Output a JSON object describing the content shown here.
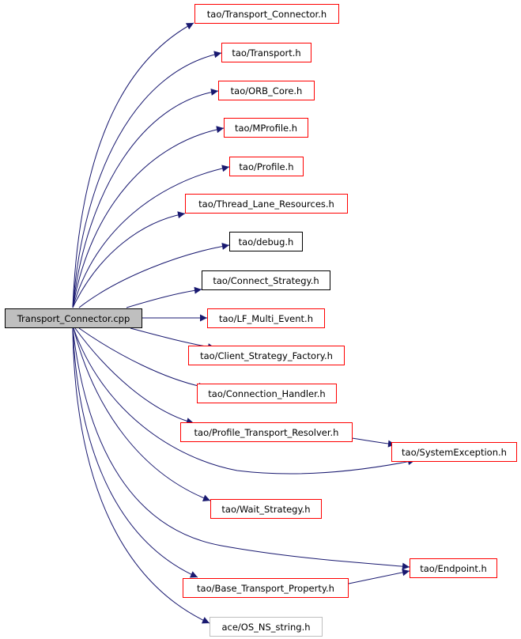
{
  "colors": {
    "edge": "#191970",
    "documented_border": "#ff0000",
    "undocumented_border": "#000000",
    "external_border": "#bfbfbf",
    "root_fill": "#bfbfbf"
  },
  "root": {
    "label": "Transport_Connector.cpp"
  },
  "nodes": [
    {
      "label": "tao/Transport_Connector.h"
    },
    {
      "label": "tao/Transport.h"
    },
    {
      "label": "tao/ORB_Core.h"
    },
    {
      "label": "tao/MProfile.h"
    },
    {
      "label": "tao/Profile.h"
    },
    {
      "label": "tao/Thread_Lane_Resources.h"
    },
    {
      "label": "tao/debug.h"
    },
    {
      "label": "tao/Connect_Strategy.h"
    },
    {
      "label": "tao/LF_Multi_Event.h"
    },
    {
      "label": "tao/Client_Strategy_Factory.h"
    },
    {
      "label": "tao/Connection_Handler.h"
    },
    {
      "label": "tao/Profile_Transport_Resolver.h"
    },
    {
      "label": "tao/SystemException.h"
    },
    {
      "label": "tao/Wait_Strategy.h"
    },
    {
      "label": "tao/Endpoint.h"
    },
    {
      "label": "tao/Base_Transport_Property.h"
    },
    {
      "label": "ace/OS_NS_string.h"
    }
  ]
}
